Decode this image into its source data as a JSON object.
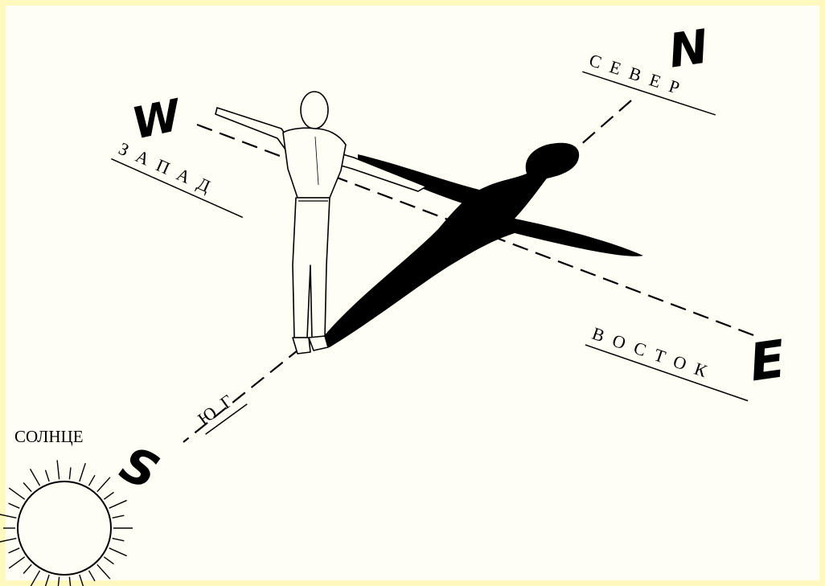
{
  "directions": {
    "north": {
      "letter": "N",
      "word": "СЕВЕР"
    },
    "west": {
      "letter": "W",
      "word": "ЗАПАД"
    },
    "east": {
      "letter": "E",
      "word": "ВОСТОК"
    },
    "south": {
      "letter": "S",
      "word": "ЮГ"
    }
  },
  "sun": {
    "label": "СОЛНЦЕ"
  },
  "colors": {
    "background": "#fffef4",
    "frame": "#fff9c0",
    "ink": "#000000"
  }
}
